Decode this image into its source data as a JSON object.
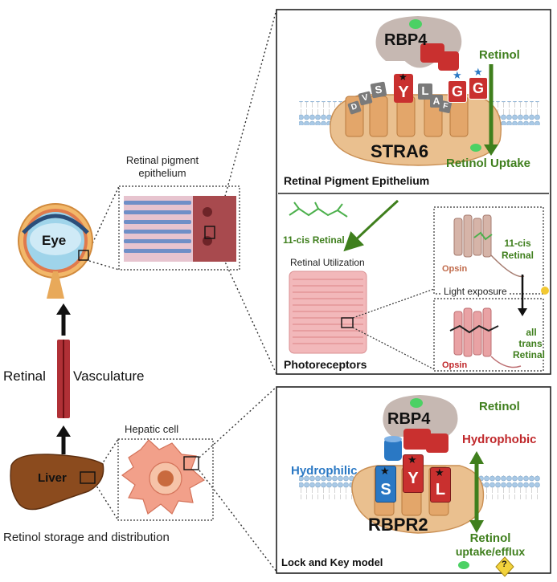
{
  "left": {
    "eye_label": "Eye",
    "rpe_label": "Retinal pigment epithelium",
    "retinal_label": "Retinal",
    "vasculature_label": "Vasculature",
    "hepatic_label": "Hepatic cell",
    "liver_label": "Liver",
    "storage_label": "Retinol storage and distribution"
  },
  "panel_top": {
    "rbp4": "RBP4",
    "retinol": "Retinol",
    "stra6": "STRA6",
    "retinol_uptake": "Retinol Uptake",
    "title": "Retinal Pigment Epithelium",
    "residues": [
      "D",
      "V",
      "S",
      "Y",
      "L",
      "A",
      "F",
      "G",
      "G"
    ],
    "cis_retinal": "11-cis Retinal",
    "retinal_utilization": "Retinal Utilization",
    "opsin_cis_label": "11-cis Retinal",
    "opsin": "Opsin",
    "light_exposure": "Light exposure",
    "all_trans_line1": "all",
    "all_trans_line2": "trans",
    "all_trans_line3": "Retinal",
    "opsin2": "Opsin",
    "photoreceptors": "Photoreceptors"
  },
  "panel_bottom": {
    "rbp4": "RBP4",
    "retinol": "Retinol",
    "hydrophobic": "Hydrophobic",
    "hydrophilic": "Hydrophilic",
    "residue_s": "S",
    "residue_y": "Y",
    "residue_l": "L",
    "rbpr2": "RBPR2",
    "uptake_line1": "Retinol",
    "uptake_line2": "uptake/efflux",
    "question": "?",
    "title": "Lock and Key model"
  },
  "colors": {
    "retinol_green": "#3f7f1d",
    "hydrophobic_red": "#c0282b",
    "hydrophilic_blue": "#2a78c4",
    "membrane_blue": "#a9c9e6",
    "receptor_orange": "#e9b57c",
    "rbp4_gray": "#c6b8b2"
  }
}
